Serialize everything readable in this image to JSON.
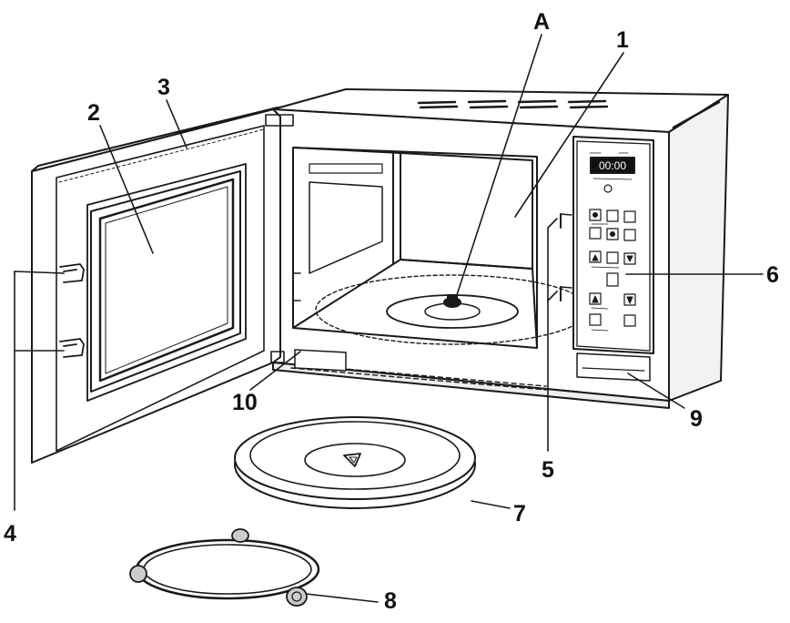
{
  "labels": {
    "A": "A",
    "n1": "1",
    "n2": "2",
    "n3": "3",
    "n4": "4",
    "n5": "5",
    "n6": "6",
    "n7": "7",
    "n8": "8",
    "n9": "9",
    "n10": "10"
  },
  "display": {
    "time": "00:00"
  },
  "colors": {
    "line": "#1a1a1a",
    "fill": "#ffffff",
    "shade": "#d9d9d9",
    "dark": "#111111"
  }
}
